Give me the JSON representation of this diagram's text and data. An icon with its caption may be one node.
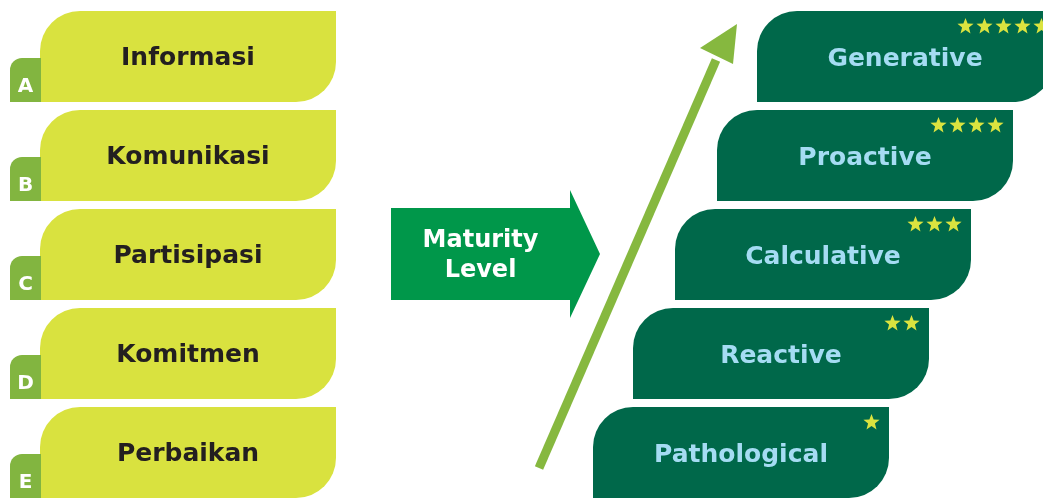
{
  "diagram": {
    "nodes": [
      {
        "text": [
          "Informasi"
        ]
      },
      {
        "text": [
          "A"
        ]
      },
      {
        "text": [
          "Komunikasi"
        ]
      },
      {
        "text": [
          "B"
        ]
      },
      {
        "text": [
          "Partisipasi"
        ]
      },
      {
        "text": [
          "C"
        ]
      },
      {
        "text": [
          "Komitmen"
        ]
      },
      {
        "text": [
          "D"
        ]
      },
      {
        "text": [
          "Perbaikan"
        ]
      },
      {
        "text": [
          "E"
        ]
      },
      {
        "text": [
          "Maturity Level"
        ]
      },
      {
        "text": [
          "Generative"
        ]
      },
      {
        "text": [
          "Proactive"
        ]
      },
      {
        "text": [
          "Calculative"
        ]
      },
      {
        "text": [
          "Reactive"
        ]
      },
      {
        "text": [
          "Pathological"
        ]
      }
    ],
    "edges": []
  }
}
